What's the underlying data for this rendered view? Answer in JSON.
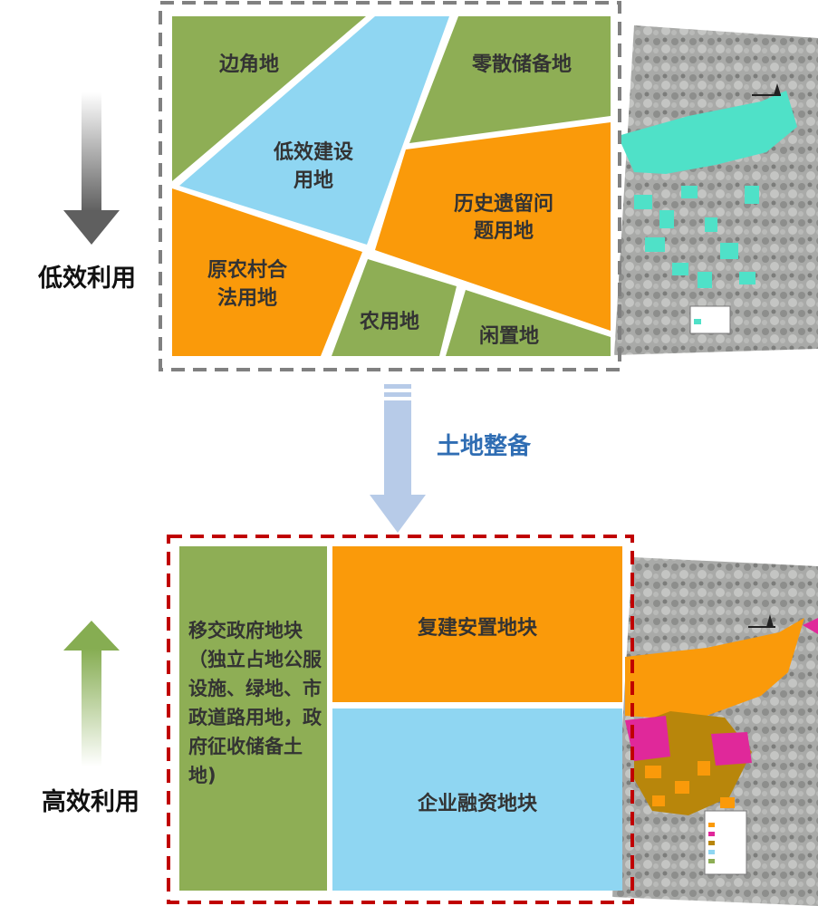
{
  "top": {
    "side_label": "低效利用",
    "regions": {
      "corner": "边角地",
      "inefficient_1": "低效建设",
      "inefficient_2": "用地",
      "scattered": "零散储备地",
      "historical_1": "历史遗留问",
      "historical_2": "题用地",
      "rural_1": "原农村合",
      "rural_2": "法用地",
      "farmland": "农用地",
      "idle": "闲置地"
    }
  },
  "middle": {
    "label": "土地整备"
  },
  "bottom": {
    "side_label": "高效利用",
    "government_block": "移交政府地块（独立占地公服设施、绿地、市政道路用地，政府征收储备土地)",
    "resettlement": "复建安置地块",
    "enterprise": "企业融资地块"
  },
  "colors": {
    "green": "#8eae55",
    "light_blue": "#8fd6f2",
    "orange": "#fa9a0a",
    "cyan_highlight": "#4fe1c8",
    "magenta": "#e0289a",
    "brown": "#b8860b",
    "top_border": "#808080",
    "bottom_border": "#c00000",
    "mid_arrow": "#b7cbe8",
    "mid_text": "#2f6db3"
  }
}
